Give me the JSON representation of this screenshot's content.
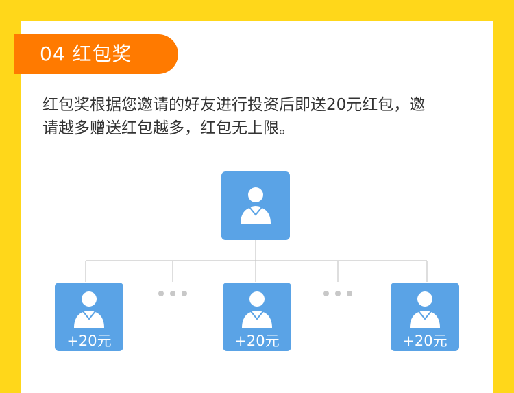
{
  "section": {
    "badge": "04 红包奖"
  },
  "description": {
    "line1": "红包奖根据您邀请的好友进行投资后即送20元红包，邀",
    "line2": "请越多赠送红包越多，红包无上限。"
  },
  "tree": {
    "root_icon": "user-icon",
    "children": [
      {
        "icon": "user-icon",
        "reward": "+20元"
      },
      {
        "icon": "user-icon",
        "reward": "+20元"
      },
      {
        "icon": "user-icon",
        "reward": "+20元"
      }
    ],
    "gap_marker": "ellipsis-dots"
  },
  "colors": {
    "background": "#FFD71A",
    "card": "#FFFFFF",
    "banner": "#FF7A00",
    "node": "#5AA3E6",
    "connector": "#C8C8C8"
  }
}
